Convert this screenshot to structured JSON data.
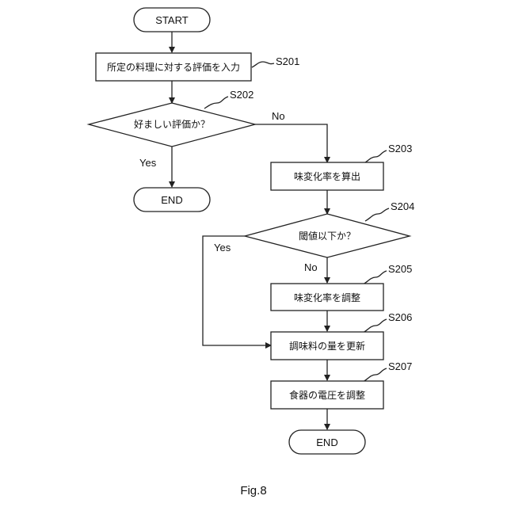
{
  "nodes": {
    "start1": "START",
    "s201": "所定の料理に対する評価を入力",
    "s202": "好ましい評価か？",
    "end1": "END",
    "s203": "味変化率を算出",
    "s204": "閾値以下か？",
    "s205": "味変化率を調整",
    "s206": "調味料の量を更新",
    "s207": "食器の電圧を調整",
    "end2": "END"
  },
  "steps": {
    "s201": "S201",
    "s202": "S202",
    "s203": "S203",
    "s204": "S204",
    "s205": "S205",
    "s206": "S206",
    "s207": "S207"
  },
  "branches": {
    "s202_no": "No",
    "s202_yes": "Yes",
    "s204_yes": "Yes",
    "s204_no": "No"
  },
  "figure_label": "Fig.8"
}
